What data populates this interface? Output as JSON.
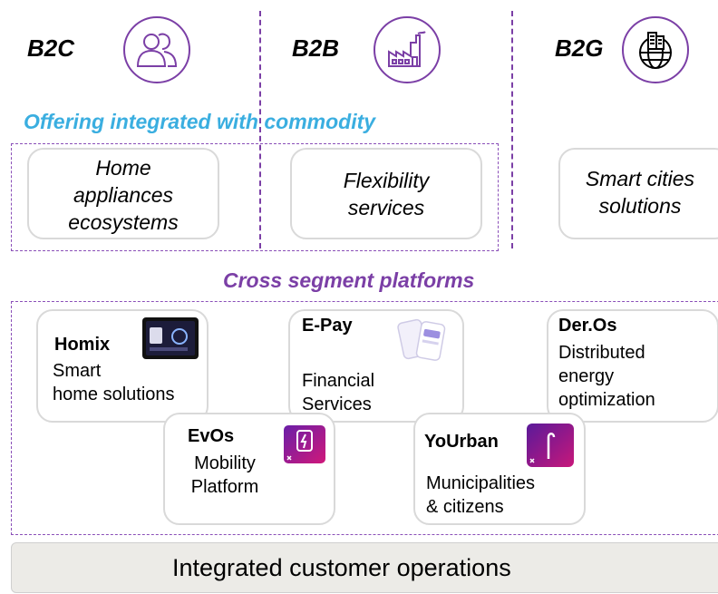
{
  "segments": [
    {
      "label": "B2C",
      "icon": "users-icon"
    },
    {
      "label": "B2B",
      "icon": "factory-icon"
    },
    {
      "label": "B2G",
      "icon": "city-globe-icon"
    }
  ],
  "offering": {
    "heading": "Offering integrated with commodity",
    "items": [
      {
        "lines": [
          "Home",
          "appliances",
          "ecosystems"
        ]
      },
      {
        "lines": [
          "Flexibility",
          "services"
        ]
      },
      {
        "lines": [
          "Smart cities",
          "solutions"
        ]
      }
    ]
  },
  "platforms": {
    "heading": "Cross segment platforms",
    "items": [
      {
        "title": "Homix",
        "lines": [
          "Smart",
          "home solutions"
        ],
        "image": "tablet-app-image"
      },
      {
        "title": "E-Pay",
        "lines": [
          "Financial",
          "Services"
        ],
        "image": "phone-app-image"
      },
      {
        "title": "Der.Os",
        "lines": [
          "Distributed",
          "energy",
          "optimization"
        ]
      },
      {
        "title": "EvOs",
        "lines": [
          "Mobility",
          "Platform"
        ],
        "image": "ev-charging-app-icon"
      },
      {
        "title": "YoUrban",
        "lines": [
          "Municipalities",
          "& citizens"
        ],
        "image": "urban-app-icon"
      }
    ]
  },
  "footer": {
    "label": "Integrated customer operations"
  },
  "colors": {
    "accent_purple": "#7b3fa6",
    "heading_blue": "#3aaee0",
    "heading_purple": "#7b3fa6",
    "card_border": "#d9d9d9",
    "footer_bg": "#ecebe7"
  }
}
